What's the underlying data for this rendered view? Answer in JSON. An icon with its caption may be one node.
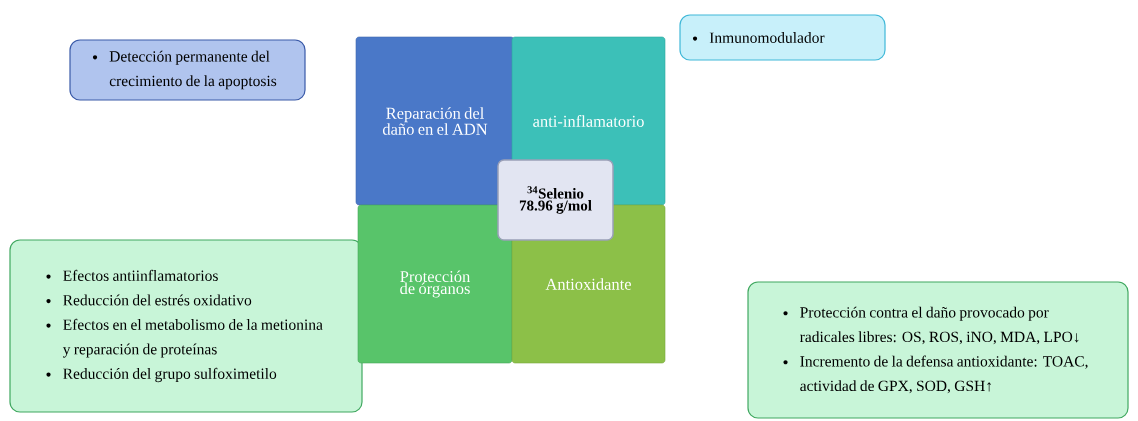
{
  "diagram": {
    "nodes": [
      {
        "text": [
          "Detección permanente del crecimiento de la apoptosis"
        ]
      },
      {
        "text": [
          "Reparación del daño en el ADN"
        ]
      },
      {
        "text": [
          "anti-inflamatorio"
        ]
      },
      {
        "text": [
          "Inmunomodulador"
        ]
      },
      {
        "text": [
          "$^{34}$Selenio",
          "78.96 g/mol"
        ]
      },
      {
        "text": [
          "Efectos antiinflamatorios",
          "Reducción del estrés oxidativo",
          "Efectos en el metabolismo de la metionina y reparación de proteínas",
          "Reducción del grupo sulfoximetilo"
        ]
      },
      {
        "text": [
          "Protección de órganos"
        ]
      },
      {
        "text": [
          "Antioxidante"
        ]
      },
      {
        "text": [
          "Protección contra el daño provocado por radicales libres: OS, ROS, iNO, MDA, LPO↓",
          "Incremento de la defensa antioxidante: TOAC, actividad de GPX, SOD, GSH↑"
        ]
      }
    ]
  }
}
